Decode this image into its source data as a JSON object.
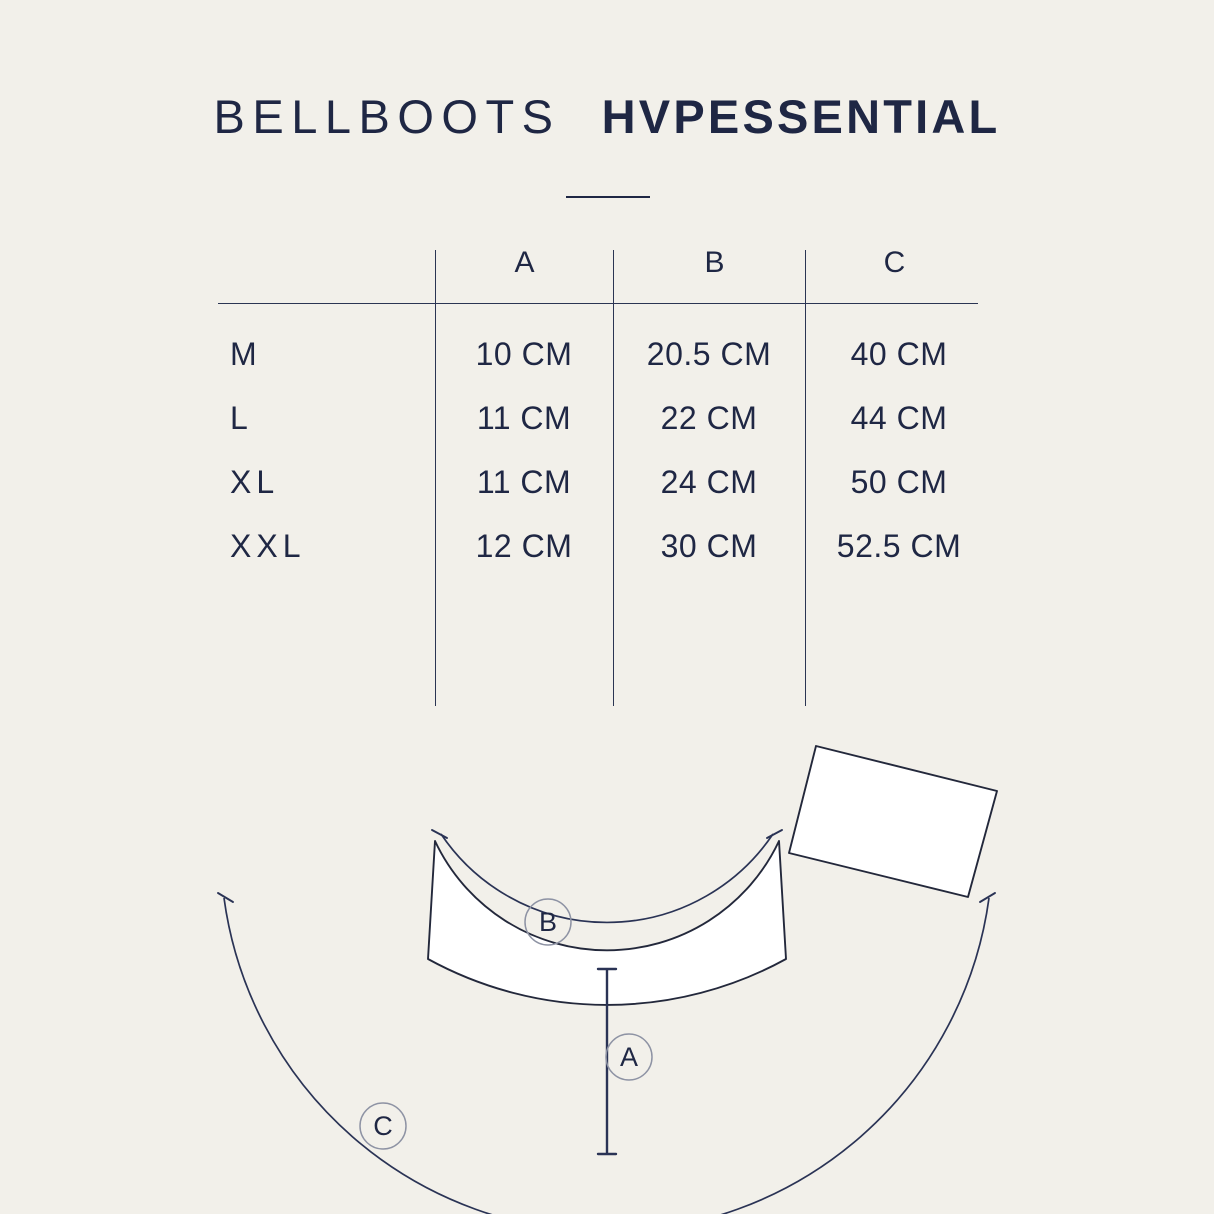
{
  "title": {
    "product": "BELLBOOTS",
    "brand": "HVPESSENTIAL"
  },
  "table": {
    "headers": [
      "",
      "A",
      "B",
      "C"
    ],
    "rows": [
      {
        "size": "M",
        "a": "10 CM",
        "b": "20.5 CM",
        "c": "40 CM"
      },
      {
        "size": "L",
        "a": "11 CM",
        "b": "22 CM",
        "c": "44 CM"
      },
      {
        "size": "XL",
        "a": "11 CM",
        "b": "24 CM",
        "c": "50 CM"
      },
      {
        "size": "XXL",
        "a": "12 CM",
        "b": "30 CM",
        "c": "52.5 CM"
      }
    ]
  },
  "diagram": {
    "markers": {
      "a": "A",
      "b": "B",
      "c": "C"
    }
  },
  "colors": {
    "background": "#F2F0EA",
    "ink": "#1F2744",
    "rule": "#2B3553",
    "shape_fill": "#FFFFFF",
    "shape_stroke": "#23283B",
    "dimension_line": "#2A3355"
  }
}
